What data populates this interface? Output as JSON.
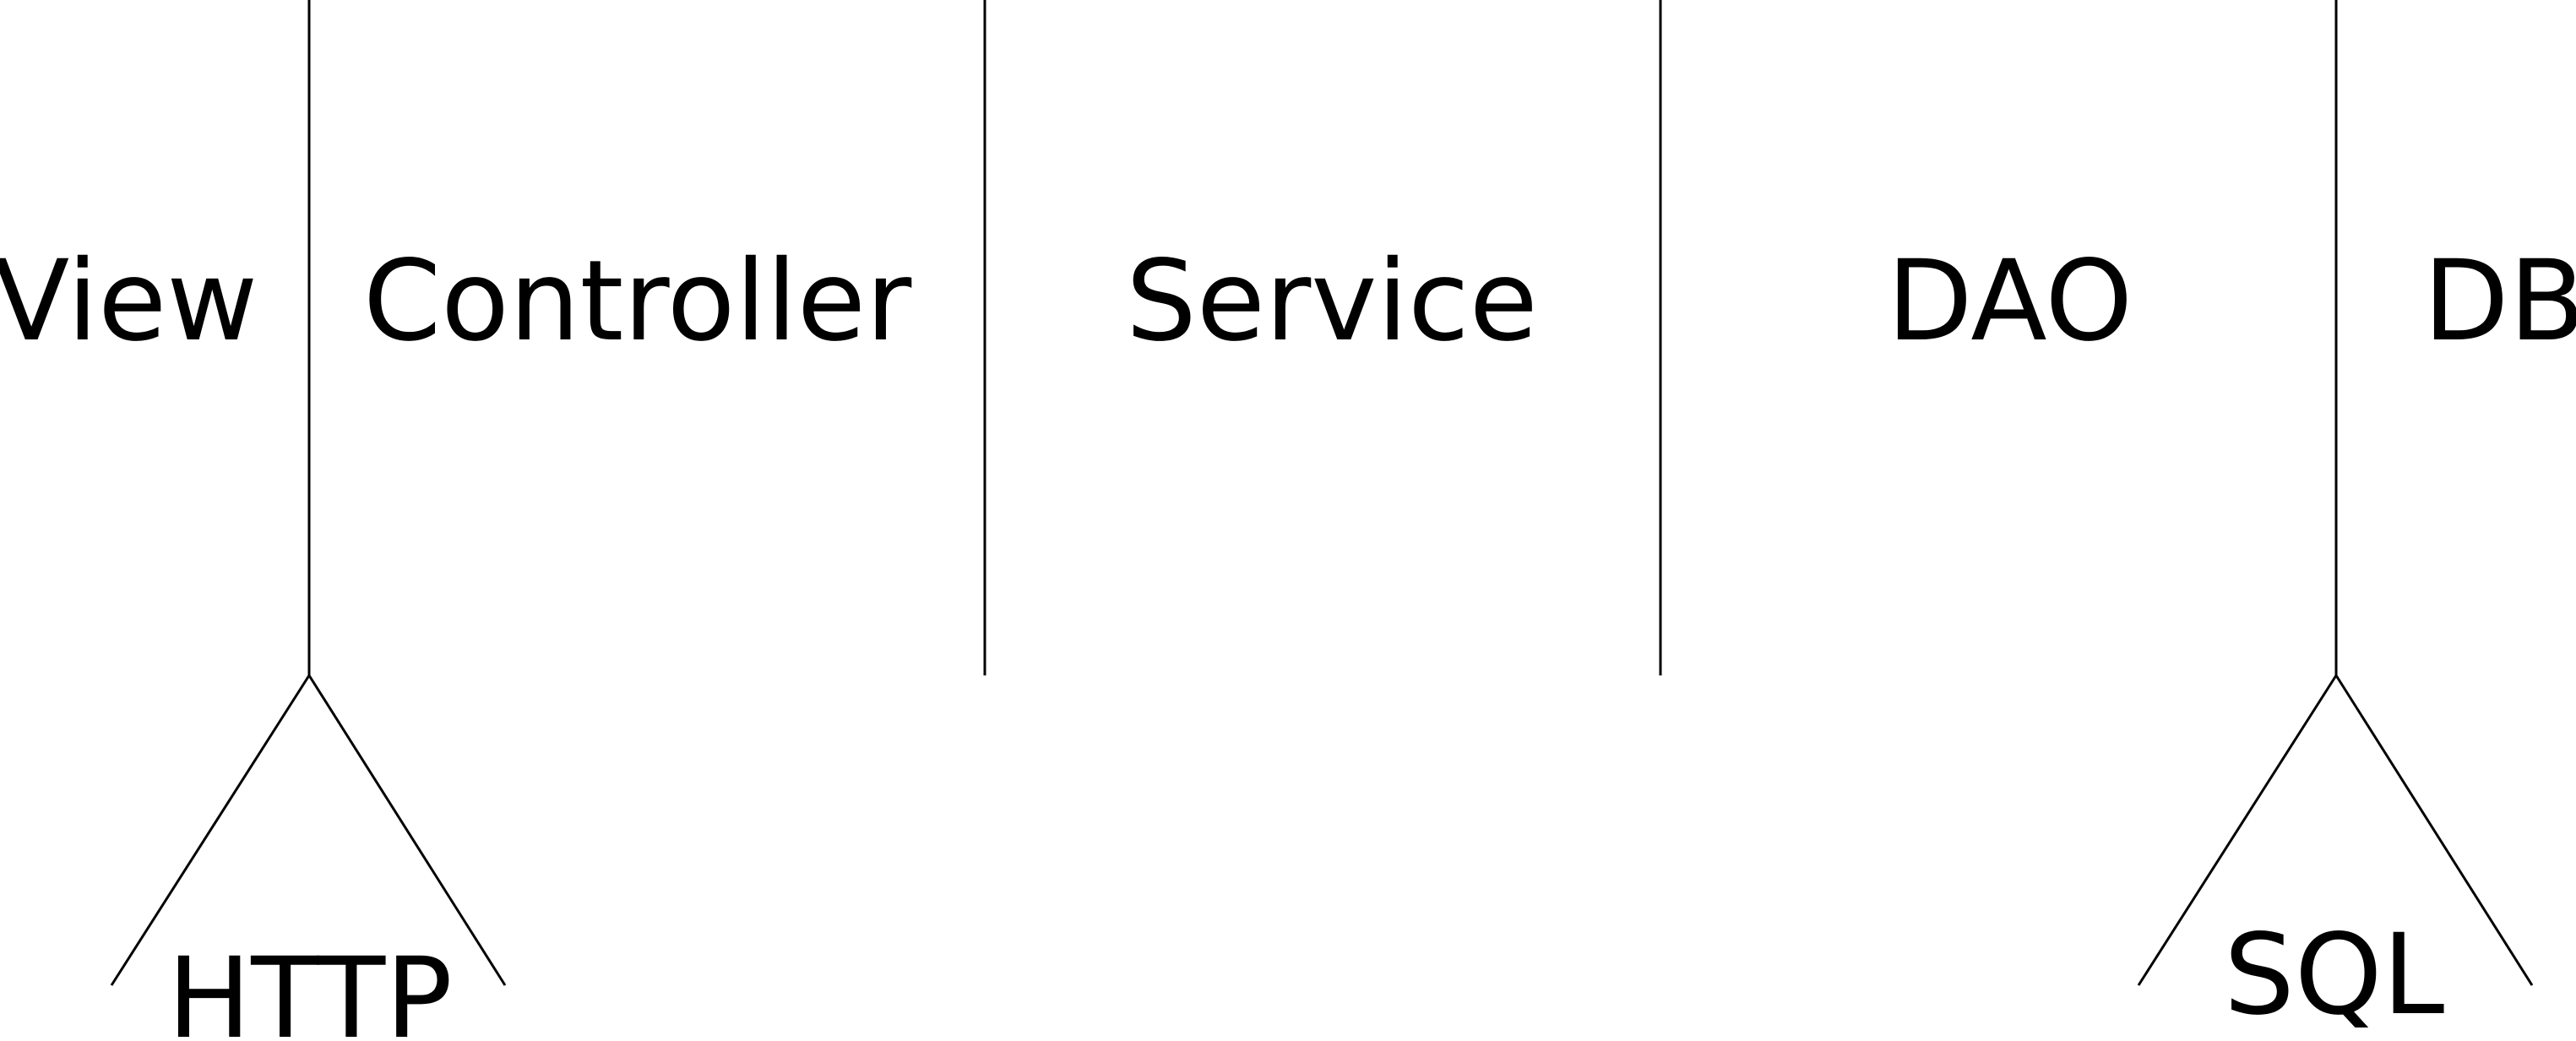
{
  "layers": {
    "view": "View",
    "controller": "Controller",
    "service": "Service",
    "dao": "DAO",
    "db": "DB"
  },
  "protocols": {
    "http": "HTTP",
    "sql": "SQL"
  }
}
